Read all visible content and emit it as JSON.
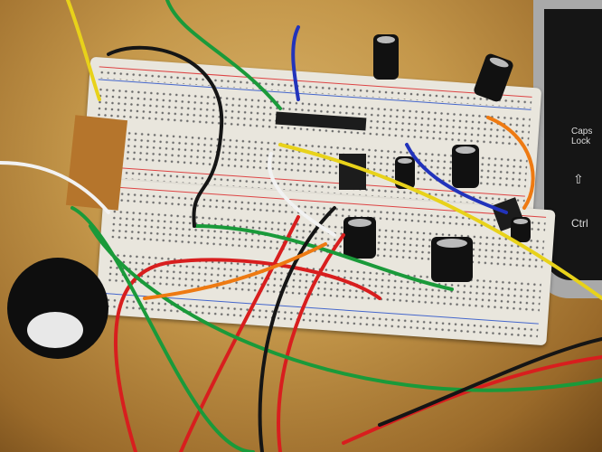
{
  "photo": {
    "subject": "electronic circuit on solderless breadboards",
    "keyboard_keys": [
      "Caps Lock",
      "⇧",
      "Ctrl"
    ]
  },
  "colors": {
    "desk": "#c4974a",
    "breadboard": "#e9e6dd",
    "wire_red": "#d81e1e",
    "wire_green": "#1a9a3a",
    "wire_black": "#151515",
    "wire_white": "#f2f2f2",
    "wire_yellow": "#e8d21a",
    "wire_orange": "#ee7a12",
    "wire_blue": "#2233bb"
  }
}
